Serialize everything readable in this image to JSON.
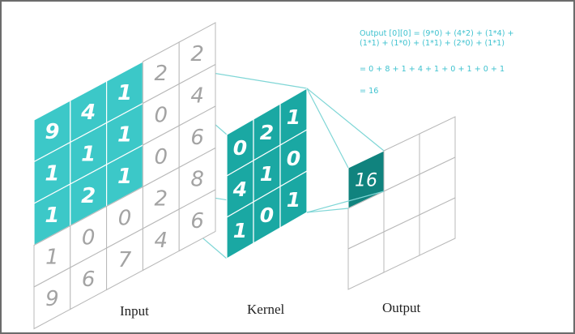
{
  "formula": {
    "line1": "Output [0][0] = (9*0) + (4*2) + (1*4) +",
    "line2": "(1*1) + (1*0) + (1*1) + (2*0) + (1*1)",
    "line3": "= 0 + 8 + 1 + 4 + 1 + 0 + 1 + 0 + 1",
    "line4": "= 16"
  },
  "input": {
    "label": "Input",
    "rows": [
      [
        "9",
        "4",
        "1",
        "2",
        "2"
      ],
      [
        "1",
        "1",
        "1",
        "0",
        "4"
      ],
      [
        "1",
        "2",
        "1",
        "0",
        "6"
      ],
      [
        "1",
        "0",
        "0",
        "2",
        "8"
      ],
      [
        "9",
        "6",
        "7",
        "4",
        "6"
      ]
    ],
    "highlight_cells": [
      [
        0,
        0
      ],
      [
        0,
        1
      ],
      [
        0,
        2
      ],
      [
        1,
        0
      ],
      [
        1,
        1
      ],
      [
        1,
        2
      ],
      [
        2,
        0
      ],
      [
        2,
        1
      ],
      [
        2,
        2
      ]
    ]
  },
  "kernel": {
    "label": "Kernel",
    "rows": [
      [
        "0",
        "2",
        "1"
      ],
      [
        "4",
        "1",
        "0"
      ],
      [
        "1",
        "0",
        "1"
      ]
    ]
  },
  "output": {
    "label": "Output",
    "value": "16"
  },
  "colors": {
    "input_highlight": "#3cc8c8",
    "kernel": "#1aa8a3",
    "output_cell": "#10837e",
    "grid": "#b8b8b8",
    "connector": "#7fd6d6",
    "formula_text": "#3fc2cf",
    "inactive_digit": "#a3a3a3"
  }
}
